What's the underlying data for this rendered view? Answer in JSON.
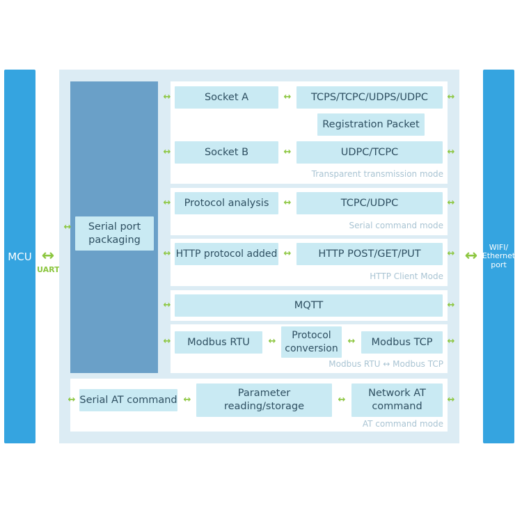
{
  "mcu": {
    "label": "MCU",
    "uart": "UART"
  },
  "network": {
    "label": "WIFI/ Ethernet port"
  },
  "serial_packaging": "Serial port packaging",
  "transparent": {
    "socket_a": "Socket A",
    "socket_a_proto": "TCPS/TCPC/UDPS/UDPC",
    "registration": "Registration Packet",
    "socket_b": "Socket B",
    "socket_b_proto": "UDPC/TCPC",
    "mode": "Transparent transmission mode"
  },
  "serial_command": {
    "analysis": "Protocol analysis",
    "proto": "TCPC/UDPC",
    "mode": "Serial command mode"
  },
  "http": {
    "added": "HTTP protocol added",
    "methods": "HTTP POST/GET/PUT",
    "mode": "HTTP Client Mode"
  },
  "mqtt": {
    "label": "MQTT"
  },
  "modbus": {
    "rtu": "Modbus RTU",
    "conversion": "Protocol conversion",
    "tcp": "Modbus TCP",
    "mode": "Modbus RTU ↔ Modbus TCP"
  },
  "at": {
    "serial": "Serial AT command",
    "params": "Parameter reading/storage",
    "network": "Network AT command",
    "mode": "AT command mode"
  },
  "arrow_glyph": "↔",
  "colors": {
    "side_bar": "#35a4e0",
    "serial_block": "#6aa0c8",
    "box": "#c9eaf3",
    "arrow": "#8cc63f"
  }
}
